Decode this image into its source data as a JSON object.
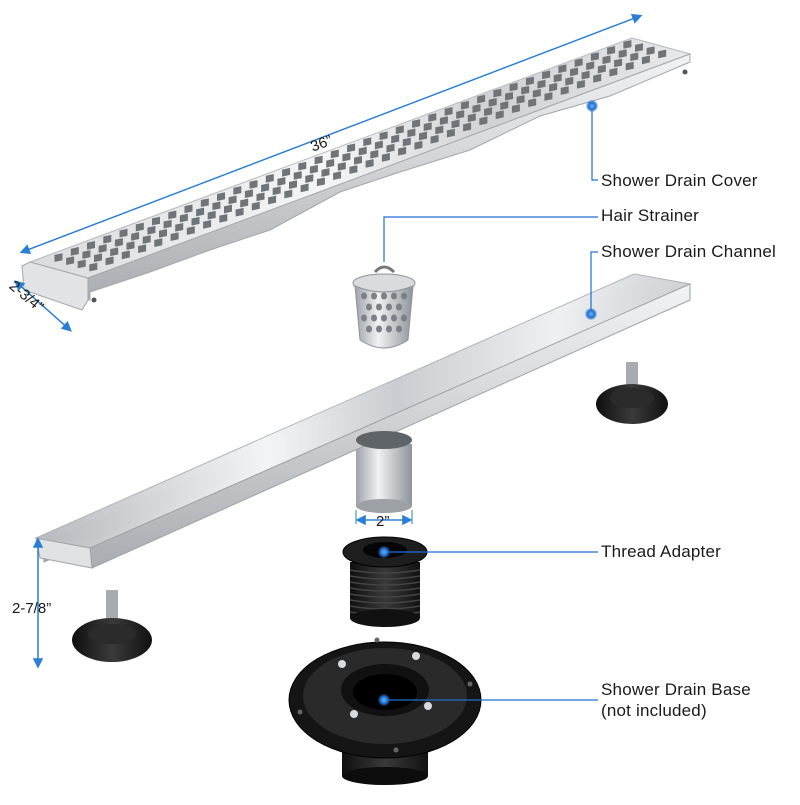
{
  "labels": {
    "cover": "Shower Drain Cover",
    "strainer": "Hair Strainer",
    "channel": "Shower Drain Channel",
    "adapter": "Thread Adapter",
    "base_line1": "Shower Drain Base",
    "base_line2": "(not included)"
  },
  "dimensions": {
    "length": "36”",
    "width": "2-3/4”",
    "height": "2-7/8”",
    "outlet": "2”"
  },
  "colors": {
    "callout": "#1f6fd1",
    "dimension": "#2a7fd4",
    "steel_light": "#eceef0",
    "steel_mid": "#c4c8cc",
    "steel_dark": "#8e9399",
    "rubber": "#1c1c1c"
  }
}
